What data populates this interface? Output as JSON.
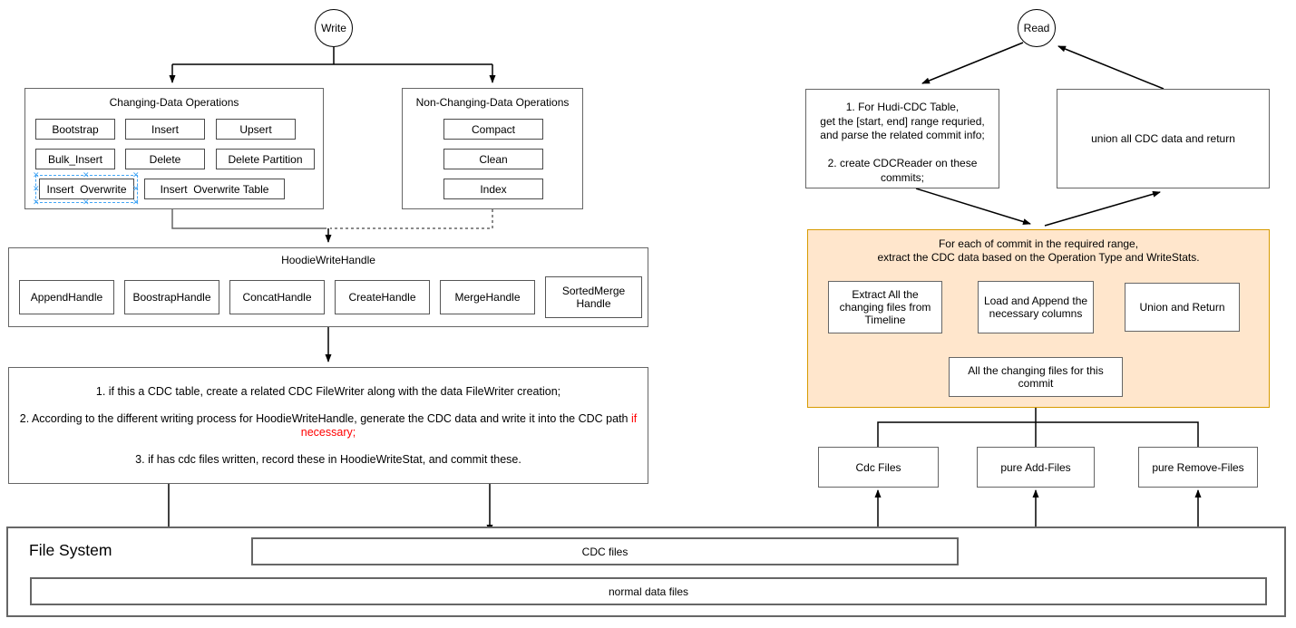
{
  "write_flow": {
    "start_label": "Write",
    "changing": {
      "title": "Changing-Data Operations",
      "ops": [
        "Bootstrap",
        "Insert",
        "Upsert",
        "Bulk_Insert",
        "Delete",
        "Delete Partition",
        "Insert  Overwrite",
        "Insert  Overwrite Table"
      ]
    },
    "non_changing": {
      "title": "Non-Changing-Data Operations",
      "ops": [
        "Compact",
        "Clean",
        "Index"
      ]
    },
    "write_handle": {
      "title": "HoodieWriteHandle",
      "handles": [
        "AppendHandle",
        "BoostrapHandle",
        "ConcatHandle",
        "CreateHandle",
        "MergeHandle",
        "SortedMerge Handle"
      ]
    },
    "cdc_steps": {
      "line1": "1. if this a CDC table, create a related CDC FileWriter along with the data FileWriter creation;",
      "line2_black": "2. According to the different writing process for HoodieWriteHandle, generate the CDC data and write it into the CDC path ",
      "line2_red": "if necessary;",
      "line3": "3. if has cdc files written, record these in HoodieWriteStat, and commit these."
    }
  },
  "read_flow": {
    "start_label": "Read",
    "plan_box": {
      "lines": [
        "1. For Hudi-CDC Table,",
        "get the [start, end] range requried,",
        "and parse the related commit info;",
        "",
        "2. create CDCReader on these",
        "commits;"
      ]
    },
    "union_box_label": "union all CDC data and return",
    "extract_panel": {
      "title_line1": "For each of commit in the required range,",
      "title_line2": "extract the CDC data based on the Operation Type and WriteStats.",
      "extract_box": "Extract All the changing files from Timeline",
      "load_box": "Load and Append the necessary columns",
      "union_box": "Union and Return",
      "all_changing_box": "All the changing files for this commit"
    },
    "file_type_boxes": [
      "Cdc Files",
      "pure Add-Files",
      "pure Remove-Files"
    ]
  },
  "file_system": {
    "title": "File System",
    "cdc_bar_label": "CDC files",
    "normal_bar_label": "normal data files"
  },
  "colors": {
    "panel_fill": "#FFE6CC",
    "panel_stroke": "#D79B00",
    "highlight_red": "#FF0000",
    "selection_blue": "#42A5F5"
  }
}
